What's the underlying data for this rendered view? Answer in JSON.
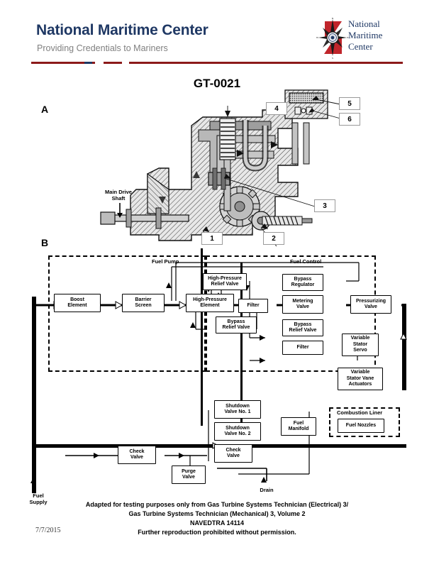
{
  "header": {
    "title": "National Maritime Center",
    "subtitle": "Providing Credentials to Mariners",
    "logo_lines": [
      "National",
      "Maritime",
      "Center"
    ],
    "logo_icon": "compass-rose-coast-guard-seal",
    "brand_color": "#1f3864",
    "rule_color": "#8c1a1a"
  },
  "document": {
    "title": "GT-0021",
    "date": "7/7/2015"
  },
  "sections": {
    "a_label": "A",
    "b_label": "B"
  },
  "figure_a": {
    "caption_labels": {
      "main_drive_shaft": "Main Drive\nShaft"
    },
    "main_drive_shaft_line1": "Main Drive",
    "main_drive_shaft_line2": "Shaft",
    "callouts": [
      {
        "id": "1",
        "label": "1"
      },
      {
        "id": "2",
        "label": "2"
      },
      {
        "id": "3",
        "label": "3"
      },
      {
        "id": "4",
        "label": "4"
      },
      {
        "id": "5",
        "label": "5"
      },
      {
        "id": "6",
        "label": "6"
      }
    ]
  },
  "figure_b": {
    "groups": [
      {
        "name": "fuel-pump",
        "label": "Fuel Pump"
      },
      {
        "name": "fuel-control",
        "label": "Fuel Control"
      },
      {
        "name": "combustion-liner",
        "label": "Combustion Liner"
      }
    ],
    "boxes": [
      {
        "name": "boost-element",
        "label": "Boost\nElement",
        "l1": "Boost",
        "l2": "Element"
      },
      {
        "name": "barrier-screen",
        "label": "Barrier\nScreen",
        "l1": "Barrier",
        "l2": "Screen"
      },
      {
        "name": "high-pressure-element",
        "label": "High-Pressure\nElement",
        "l1": "High-Pressure",
        "l2": "Element"
      },
      {
        "name": "high-pressure-relief-valve",
        "label": "High-Pressure\nRelief Valve",
        "l1": "High-Pressure",
        "l2": "Relief Valve"
      },
      {
        "name": "filter-1",
        "label": "Filter",
        "l1": "Filter",
        "l2": ""
      },
      {
        "name": "bypass-relief-valve-1",
        "label": "Bypass\nRelief Valve",
        "l1": "Bypass",
        "l2": "Relief Valve"
      },
      {
        "name": "bypass-regulator",
        "label": "Bypass\nRegulator",
        "l1": "Bypass",
        "l2": "Regulator"
      },
      {
        "name": "metering-valve",
        "label": "Metering\nValve",
        "l1": "Metering",
        "l2": "Valve"
      },
      {
        "name": "bypass-relief-valve-2",
        "label": "Bypass\nRelief Valve",
        "l1": "Bypass",
        "l2": "Relief Valve"
      },
      {
        "name": "filter-2",
        "label": "Filter",
        "l1": "Filter",
        "l2": ""
      },
      {
        "name": "pressurizing-valve",
        "label": "Pressurizing\nValve",
        "l1": "Pressurizing",
        "l2": "Valve"
      },
      {
        "name": "variable-stator-servo",
        "label": "Variable\nStator\nServo",
        "l1": "Variable",
        "l2": "Stator",
        "l3": "Servo"
      },
      {
        "name": "variable-stator-vane-actuators",
        "label": "Variable\nStator Vane\nActuators",
        "l1": "Variable",
        "l2": "Stator Vane",
        "l3": "Actuators"
      },
      {
        "name": "shutdown-valve-no-1",
        "label": "Shutdown\nValve No. 1",
        "l1": "Shutdown",
        "l2": "Valve No. 1"
      },
      {
        "name": "shutdown-valve-no-2",
        "label": "Shutdown\nValve No. 2",
        "l1": "Shutdown",
        "l2": "Valve No. 2"
      },
      {
        "name": "check-valve-center",
        "label": "Check\nValve",
        "l1": "Check",
        "l2": "Valve"
      },
      {
        "name": "check-valve-left",
        "label": "Check\nValve",
        "l1": "Check",
        "l2": "Valve"
      },
      {
        "name": "purge-valve",
        "label": "Purge\nValve",
        "l1": "Purge",
        "l2": "Valve"
      },
      {
        "name": "fuel-manifold",
        "label": "Fuel\nManifold",
        "l1": "Fuel",
        "l2": "Manifold"
      },
      {
        "name": "fuel-nozzles",
        "label": "Fuel Nozzles",
        "l1": "Fuel Nozzles",
        "l2": ""
      }
    ],
    "flow_labels": [
      {
        "name": "fuel-supply",
        "l1": "Fuel",
        "l2": "Supply"
      },
      {
        "name": "drain",
        "l1": "Drain",
        "l2": ""
      }
    ]
  },
  "footer": {
    "line1": "Adapted for testing purposes only from Gas Turbine Systems Technician (Electrical) 3/",
    "line2": "Gas Turbine Systems Technician (Mechanical) 3, Volume 2",
    "line3": "NAVEDTRA 14114",
    "line4": "Further reproduction prohibited without permission."
  }
}
